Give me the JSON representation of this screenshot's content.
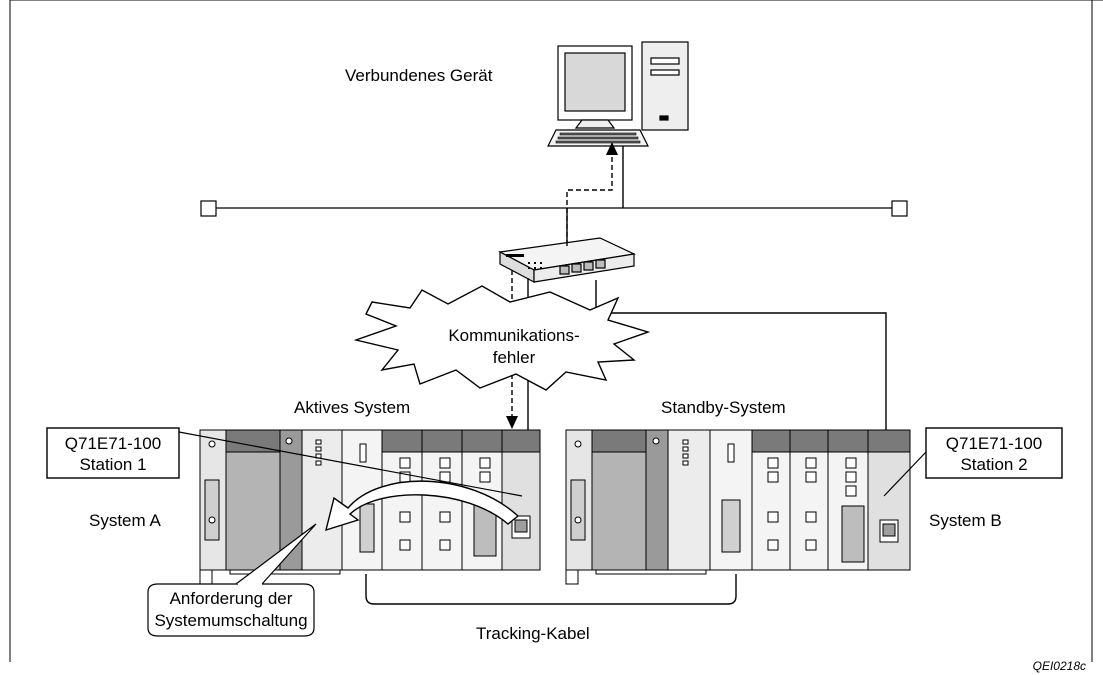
{
  "diagram": {
    "connected_device": "Verbundenes Gerät",
    "comm_error_line1": "Kommunikations-",
    "comm_error_line2": "fehler",
    "active_system": "Aktives System",
    "standby_system": "Standby-System",
    "station1_line1": "Q71E71-100",
    "station1_line2": "Station 1",
    "station2_line1": "Q71E71-100",
    "station2_line2": "Station 2",
    "system_a": "System A",
    "system_b": "System B",
    "switch_request_line1": "Anforderung der",
    "switch_request_line2": "Systemumschaltung",
    "tracking_cable": "Tracking-Kabel",
    "figure_code": "QEI0218c"
  },
  "colors": {
    "line": "#000000",
    "rack_dark": "#7a7a7a",
    "rack_mid": "#b4b4b4",
    "rack_light": "#e4e4e4",
    "arrow_fill": "#ffffff"
  }
}
